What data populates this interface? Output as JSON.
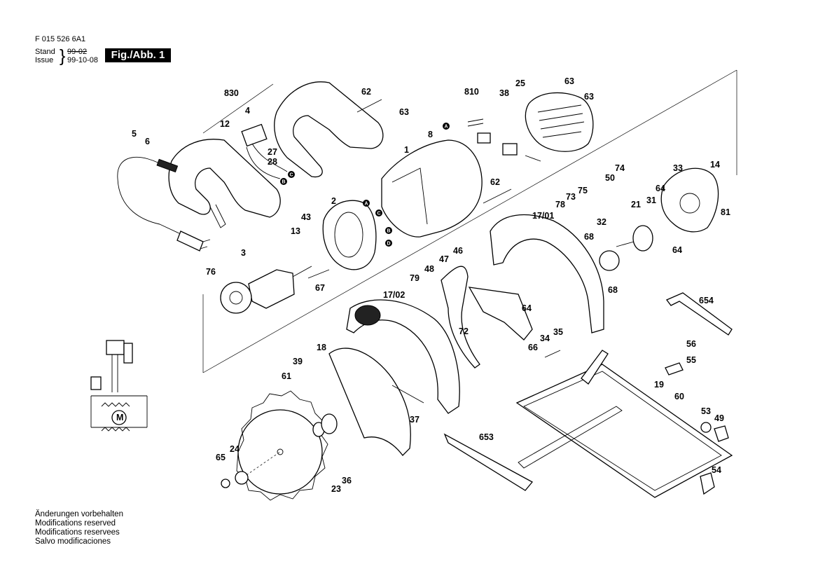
{
  "header": {
    "doc_number": "F 015 526 6A1",
    "stand_label": "Stand",
    "issue_label": "Issue",
    "stand_value": "99-02",
    "issue_value": "99-10-08",
    "figure_badge": "Fig./Abb. 1"
  },
  "notes": [
    "Änderungen vorbehalten",
    "Modifications reserved",
    "Modifications reservees",
    "Salvo modificaciones"
  ],
  "connectors": [
    "A",
    "B",
    "C",
    "D"
  ],
  "part_labels": [
    "830",
    "4",
    "12",
    "5",
    "6",
    "27",
    "28",
    "62",
    "63",
    "810",
    "38",
    "25",
    "63",
    "63",
    "8",
    "1",
    "62",
    "2",
    "43",
    "13",
    "3",
    "67",
    "76",
    "74",
    "50",
    "73",
    "75",
    "78",
    "17/01",
    "33",
    "14",
    "64",
    "31",
    "81",
    "21",
    "32",
    "68",
    "64",
    "46",
    "47",
    "48",
    "79",
    "17/02",
    "72",
    "64",
    "68",
    "35",
    "34",
    "66",
    "654",
    "18",
    "39",
    "61",
    "37",
    "56",
    "55",
    "19",
    "60",
    "53",
    "49",
    "653",
    "24",
    "65",
    "23",
    "36",
    "54"
  ],
  "motor_symbol": "M"
}
